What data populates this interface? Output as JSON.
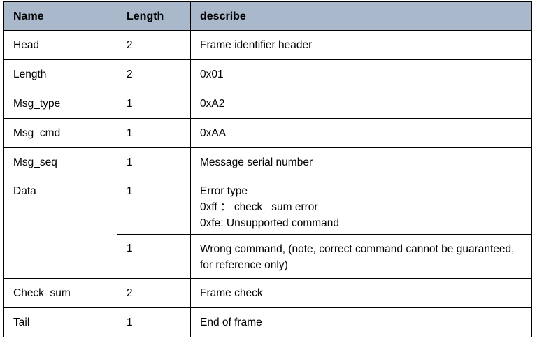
{
  "table": {
    "headers": [
      "Name",
      "Length",
      "describe"
    ],
    "header_fill": "#aab8cc",
    "border_color": "#000000",
    "text_color": "#000000",
    "rows": [
      {
        "name": "Head",
        "length": "2",
        "describe": "Frame identifier header"
      },
      {
        "name": "Length",
        "length": "2",
        "describe": "0x01"
      },
      {
        "name": "Msg_type",
        "length": "1",
        "describe": "0xA2"
      },
      {
        "name": "Msg_cmd",
        "length": "1",
        "describe": "0xAA"
      },
      {
        "name": "Msg_seq",
        "length": "1",
        "describe": "Message serial number"
      },
      {
        "name": "Data",
        "length": "1",
        "describe": "Error type\n0xff ： check_ sum error\n0xfe: Unsupported command"
      },
      {
        "name": "",
        "length": "1",
        "describe": "Wrong command, (note, correct command cannot be guaranteed, for reference only)"
      },
      {
        "name": "Check_sum",
        "length": "2",
        "describe": "Frame check"
      },
      {
        "name": "Tail",
        "length": "1",
        "describe": "End of frame"
      }
    ]
  }
}
